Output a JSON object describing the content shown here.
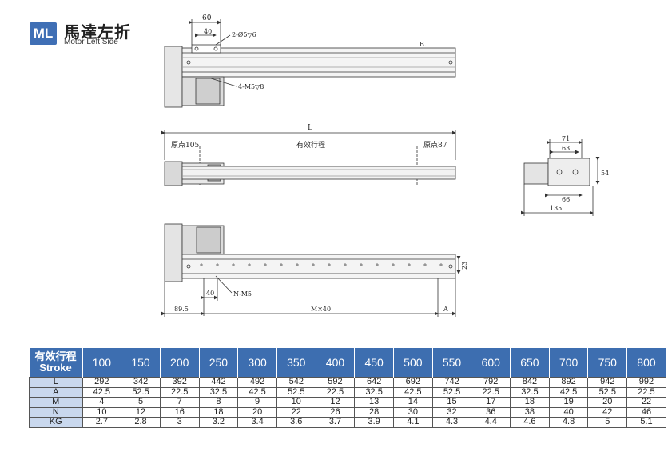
{
  "header": {
    "badge": "ML",
    "title_cn": "馬達左折",
    "subtitle_en": "Motor Left Side"
  },
  "drawing": {
    "top_view": {
      "dim_60": "60",
      "dim_40": "40",
      "hole_note_1": "2-Ø5▽6",
      "hole_note_2": "4-M5▽8",
      "mark_b": "B."
    },
    "side_view": {
      "dim_L": "L",
      "origin_left": "原点105",
      "stroke_label": "有效行程",
      "origin_right": "原点87"
    },
    "end_view": {
      "dim_71": "71",
      "dim_63": "63",
      "dim_54": "54",
      "dim_66": "66",
      "dim_135": "135"
    },
    "bottom_view": {
      "dim_23": "23",
      "dim_40": "40",
      "hole_note": "N-M5",
      "dim_895": "89.5",
      "dim_m40": "M×40",
      "dim_A": "A"
    }
  },
  "spec_table": {
    "header_label_cn": "有效行程",
    "header_label_en": "Stroke",
    "strokes": [
      "100",
      "150",
      "200",
      "250",
      "300",
      "350",
      "400",
      "450",
      "500",
      "550",
      "600",
      "650",
      "700",
      "750",
      "800"
    ],
    "rows": [
      {
        "label": "L",
        "values": [
          "292",
          "342",
          "392",
          "442",
          "492",
          "542",
          "592",
          "642",
          "692",
          "742",
          "792",
          "842",
          "892",
          "942",
          "992"
        ]
      },
      {
        "label": "A",
        "values": [
          "42.5",
          "52.5",
          "22.5",
          "32.5",
          "42.5",
          "52.5",
          "22.5",
          "32.5",
          "42.5",
          "52.5",
          "22.5",
          "32.5",
          "42.5",
          "52.5",
          "22.5"
        ]
      },
      {
        "label": "M",
        "values": [
          "4",
          "5",
          "7",
          "8",
          "9",
          "10",
          "12",
          "13",
          "14",
          "15",
          "17",
          "18",
          "19",
          "20",
          "22"
        ]
      },
      {
        "label": "N",
        "values": [
          "10",
          "12",
          "16",
          "18",
          "20",
          "22",
          "26",
          "28",
          "30",
          "32",
          "36",
          "38",
          "40",
          "42",
          "46"
        ]
      },
      {
        "label": "KG",
        "values": [
          "2.7",
          "2.8",
          "3",
          "3.2",
          "3.4",
          "3.6",
          "3.7",
          "3.9",
          "4.1",
          "4.3",
          "4.4",
          "4.6",
          "4.8",
          "5",
          "5.1"
        ]
      }
    ]
  }
}
